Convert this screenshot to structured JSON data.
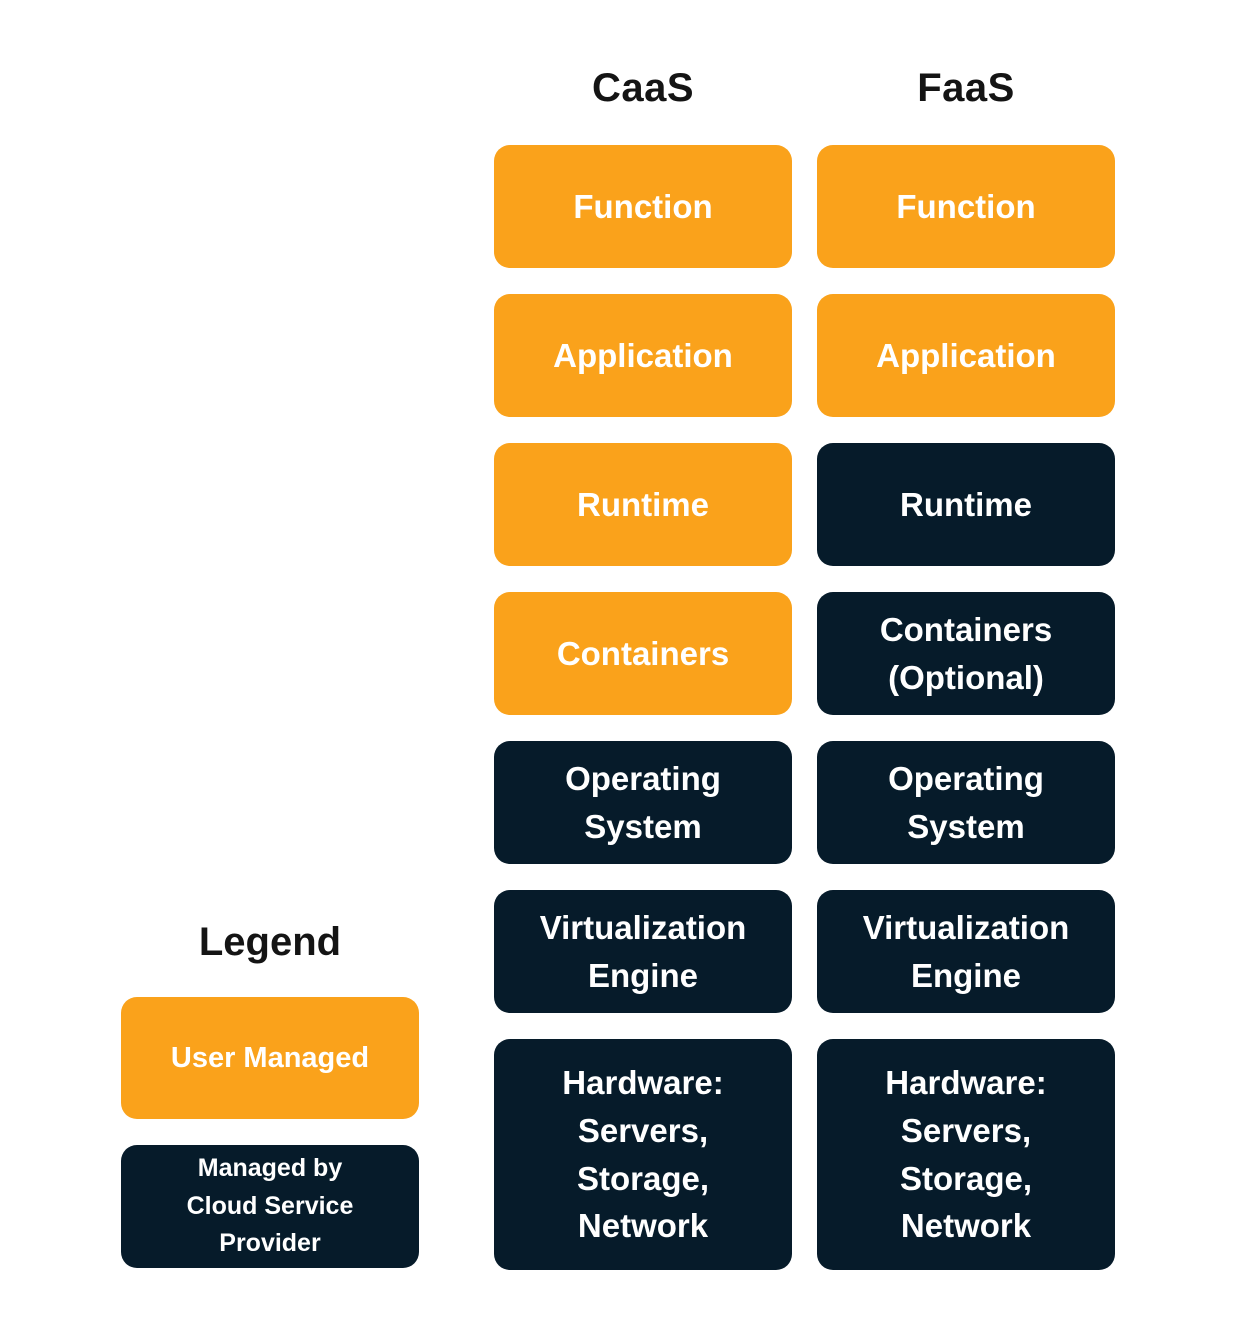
{
  "colors": {
    "user_managed": "#FAA21B",
    "provider_managed": "#061B2A",
    "heading_text": "#141414",
    "box_text": "#FFFFFF",
    "background": "#FFFFFF"
  },
  "columns": [
    {
      "header": "CaaS",
      "rows": [
        {
          "label": "Function",
          "type": "user"
        },
        {
          "label": "Application",
          "type": "user"
        },
        {
          "label": "Runtime",
          "type": "user"
        },
        {
          "label": "Containers",
          "type": "user"
        },
        {
          "label": "Operating\nSystem",
          "type": "provider"
        },
        {
          "label": "Virtualization\nEngine",
          "type": "provider"
        },
        {
          "label": "Hardware:\nServers,\nStorage,\nNetwork",
          "type": "provider"
        }
      ]
    },
    {
      "header": "FaaS",
      "rows": [
        {
          "label": "Function",
          "type": "user"
        },
        {
          "label": "Application",
          "type": "user"
        },
        {
          "label": "Runtime",
          "type": "provider"
        },
        {
          "label": "Containers\n(Optional)",
          "type": "provider"
        },
        {
          "label": "Operating\nSystem",
          "type": "provider"
        },
        {
          "label": "Virtualization\nEngine",
          "type": "provider"
        },
        {
          "label": "Hardware:\nServers,\nStorage,\nNetwork",
          "type": "provider"
        }
      ]
    }
  ],
  "legend": {
    "title": "Legend",
    "items": [
      {
        "label": "User Managed",
        "type": "user"
      },
      {
        "label": "Managed by\nCloud Service\nProvider",
        "type": "provider"
      }
    ]
  }
}
